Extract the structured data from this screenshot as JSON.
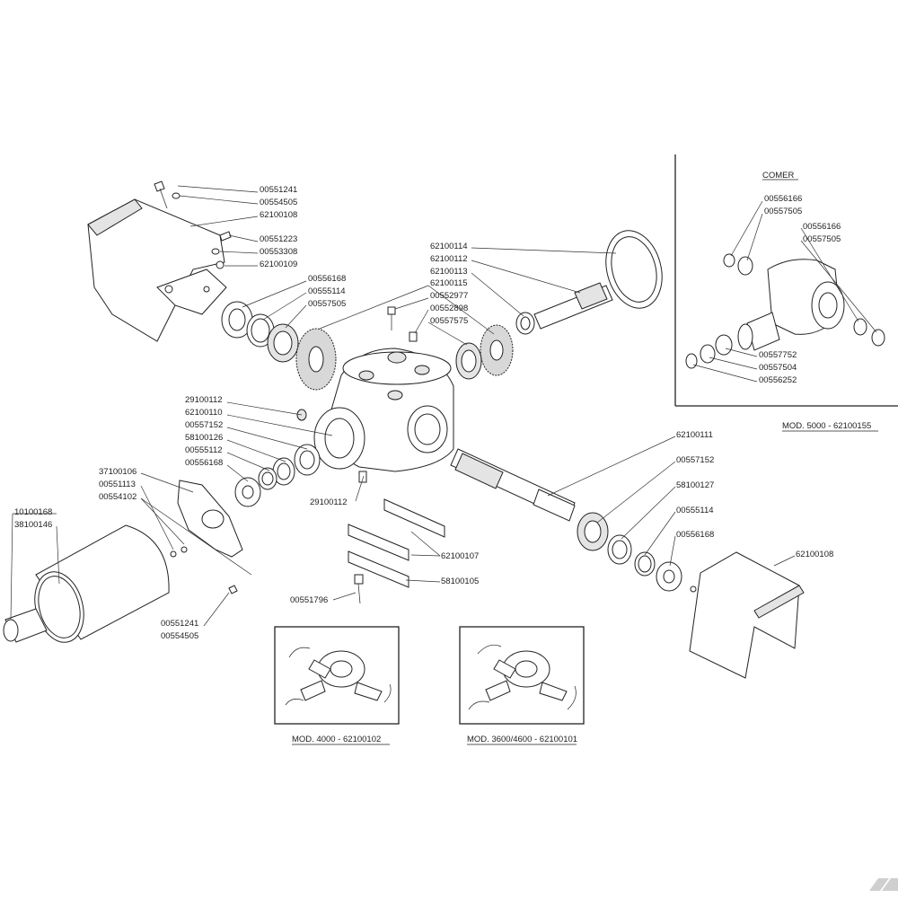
{
  "parts": [
    {
      "id": "p1",
      "code": "00551241"
    },
    {
      "id": "p2",
      "code": "00554505"
    },
    {
      "id": "p3",
      "code": "62100108"
    },
    {
      "id": "p4",
      "code": "00551223"
    },
    {
      "id": "p5",
      "code": "00553308"
    },
    {
      "id": "p6",
      "code": "62100109"
    },
    {
      "id": "p7",
      "code": "00556168"
    },
    {
      "id": "p8",
      "code": "00555114"
    },
    {
      "id": "p9",
      "code": "00557505"
    },
    {
      "id": "p10",
      "code": "62100114"
    },
    {
      "id": "p11",
      "code": "62100112"
    },
    {
      "id": "p12",
      "code": "62100113"
    },
    {
      "id": "p13",
      "code": "62100115"
    },
    {
      "id": "p14",
      "code": "00552977"
    },
    {
      "id": "p15",
      "code": "00552898"
    },
    {
      "id": "p16",
      "code": "00557575"
    },
    {
      "id": "p17",
      "code": "29100112"
    },
    {
      "id": "p18",
      "code": "62100110"
    },
    {
      "id": "p19",
      "code": "00557152"
    },
    {
      "id": "p20",
      "code": "58100126"
    },
    {
      "id": "p21",
      "code": "00555112"
    },
    {
      "id": "p22",
      "code": "00556168"
    },
    {
      "id": "p23",
      "code": "37100106"
    },
    {
      "id": "p24",
      "code": "00551113"
    },
    {
      "id": "p25",
      "code": "00554102"
    },
    {
      "id": "p26",
      "code": "10100168"
    },
    {
      "id": "p27",
      "code": "38100146"
    },
    {
      "id": "p28",
      "code": "29100112"
    },
    {
      "id": "p29",
      "code": "00551241"
    },
    {
      "id": "p30",
      "code": "00554505"
    },
    {
      "id": "p31",
      "code": "62100107"
    },
    {
      "id": "p32",
      "code": "58100105"
    },
    {
      "id": "p33",
      "code": "00551796"
    },
    {
      "id": "p34",
      "code": "62100111"
    },
    {
      "id": "p35",
      "code": "00557152"
    },
    {
      "id": "p36",
      "code": "58100127"
    },
    {
      "id": "p37",
      "code": "00555114"
    },
    {
      "id": "p38",
      "code": "00556168"
    },
    {
      "id": "p39",
      "code": "62100108"
    },
    {
      "id": "p40",
      "code": "00556166"
    },
    {
      "id": "p41",
      "code": "00557505"
    },
    {
      "id": "p42",
      "code": "00556166"
    },
    {
      "id": "p43",
      "code": "00557505"
    },
    {
      "id": "p44",
      "code": "00557752"
    },
    {
      "id": "p45",
      "code": "00557504"
    },
    {
      "id": "p46",
      "code": "00556252"
    }
  ],
  "inset": {
    "title": "COMER",
    "caption": "MOD. 5000 - 62100155"
  },
  "variants": [
    {
      "id": "v1",
      "caption": "MOD. 4000 - 62100102"
    },
    {
      "id": "v2",
      "caption": "MOD. 3600/4600 - 62100101"
    }
  ]
}
